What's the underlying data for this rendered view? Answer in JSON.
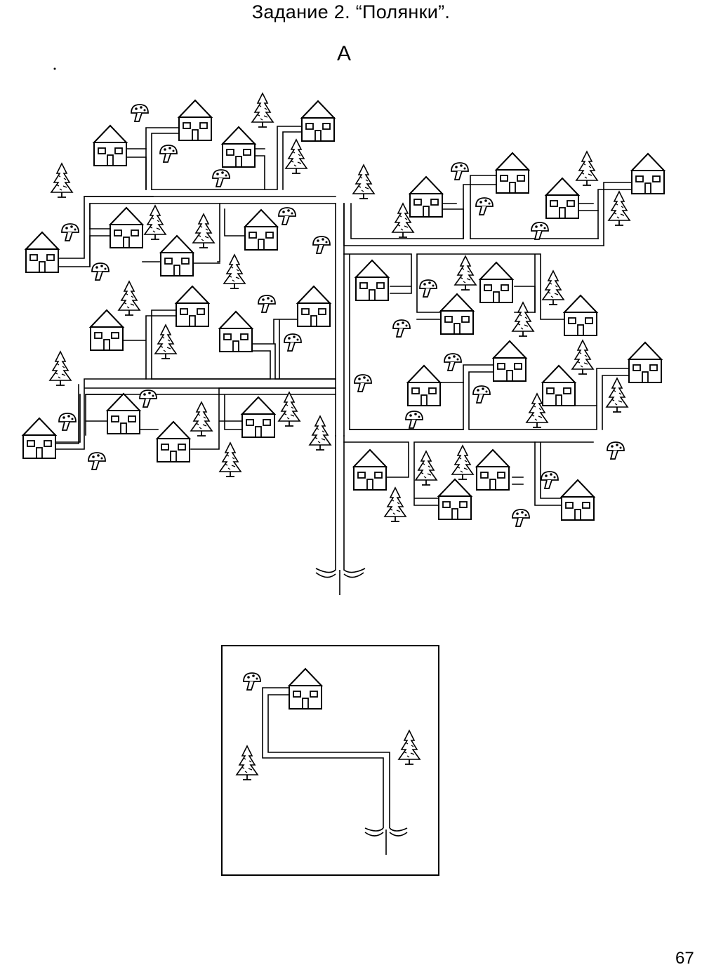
{
  "page": {
    "title": "Задание 2. “Полянки”.",
    "subtitle": "A",
    "page_number": "67"
  },
  "icons": {
    "house": "house-icon",
    "tree": "fir-tree-icon",
    "mushroom": "mushroom-icon",
    "root": "road-fork-icon"
  }
}
